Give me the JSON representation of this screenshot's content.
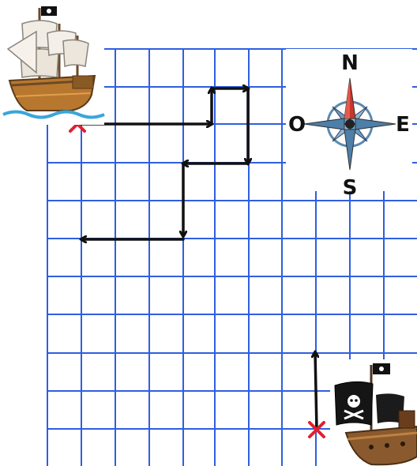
{
  "compass": {
    "north": "N",
    "south": "S",
    "east": "E",
    "west": "O"
  },
  "grid": {
    "columns": 11,
    "rows": 11,
    "line_color": "#2f5fe0"
  },
  "path": {
    "color": "#111111",
    "start_marker_color": "#e02030"
  },
  "ships": {
    "start_ship": "sailing-ship-icon",
    "pirate_ship": "pirate-ship-icon"
  },
  "pirate_flag_symbol": "skull-and-crossbones"
}
